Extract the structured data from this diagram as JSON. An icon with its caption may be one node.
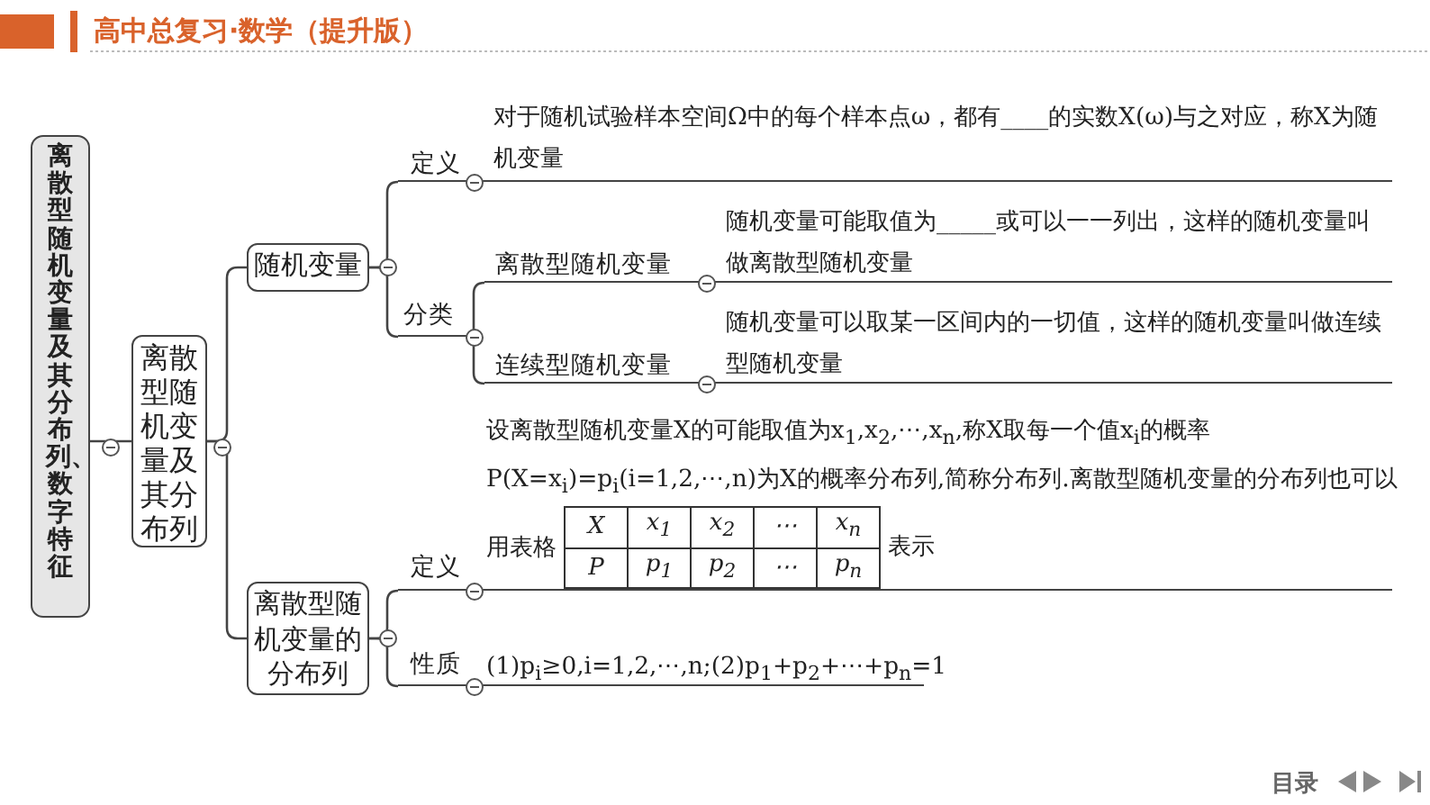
{
  "diagram": {
    "nodes": [
      {
        "text": [
          "离散型随机变量及其分布列、数字特征"
        ]
      },
      {
        "text": [
          "离散型随机变量及其分布列"
        ]
      },
      {
        "text": [
          "随机变量"
        ]
      },
      {
        "text": [
          "定义",
          "对于随机试验样本空间Ω中的每个样本点ω，都有____的实数X(ω)与之对应，称X为随机变量"
        ]
      },
      {
        "text": [
          "分类"
        ]
      },
      {
        "text": [
          "离散型随机变量",
          "随机变量可能取值为_____或可以一一列出，这样的随机变量叫做离散型随机变量"
        ]
      },
      {
        "text": [
          "连续型随机变量",
          "随机变量可以取某一区间内的一切值，这样的随机变量叫做连续型随机变量"
        ]
      },
      {
        "text": [
          "离散型随机变量的分布列"
        ]
      },
      {
        "text": [
          "定义",
          "设离散型随机变量X的可能取值为x$_{1}$,x$_{2}$,⋯,x$_{n}$,称X取每一个值x$_{i}$的概率P(X=x$_{i}$)=p$_{i}$(i=1,2,⋯,n)为X的概率分布列,简称分布列.离散型随机变量的分布列也可以用表格",
          "表示"
        ]
      },
      {
        "text": [
          "性质",
          "(1)p$_{i}$≥0,i=1,2,⋯,n;(2)p$_{1}$+p$_{2}$+⋯+p$_{n}$=1"
        ]
      }
    ],
    "edges": [
      {
        "from": 0,
        "to": 1,
        "arrow": "none"
      },
      {
        "from": 1,
        "to": 2,
        "arrow": "none"
      },
      {
        "from": 1,
        "to": 7,
        "arrow": "none"
      },
      {
        "from": 2,
        "to": 3,
        "arrow": "none"
      },
      {
        "from": 2,
        "to": 4,
        "arrow": "none"
      },
      {
        "from": 4,
        "to": 5,
        "arrow": "none"
      },
      {
        "from": 4,
        "to": 6,
        "arrow": "none"
      },
      {
        "from": 7,
        "to": 8,
        "arrow": "none"
      },
      {
        "from": 7,
        "to": 9,
        "arrow": "none"
      }
    ],
    "labels": [
      "高中总复习·数学（提升版）",
      "X",
      "x$_{1}$",
      "x$_{2}$",
      "⋯",
      "x$_{n}$",
      "P",
      "p$_{1}$",
      "p$_{2}$",
      "⋯",
      "p$_{n}$",
      "目录"
    ]
  }
}
